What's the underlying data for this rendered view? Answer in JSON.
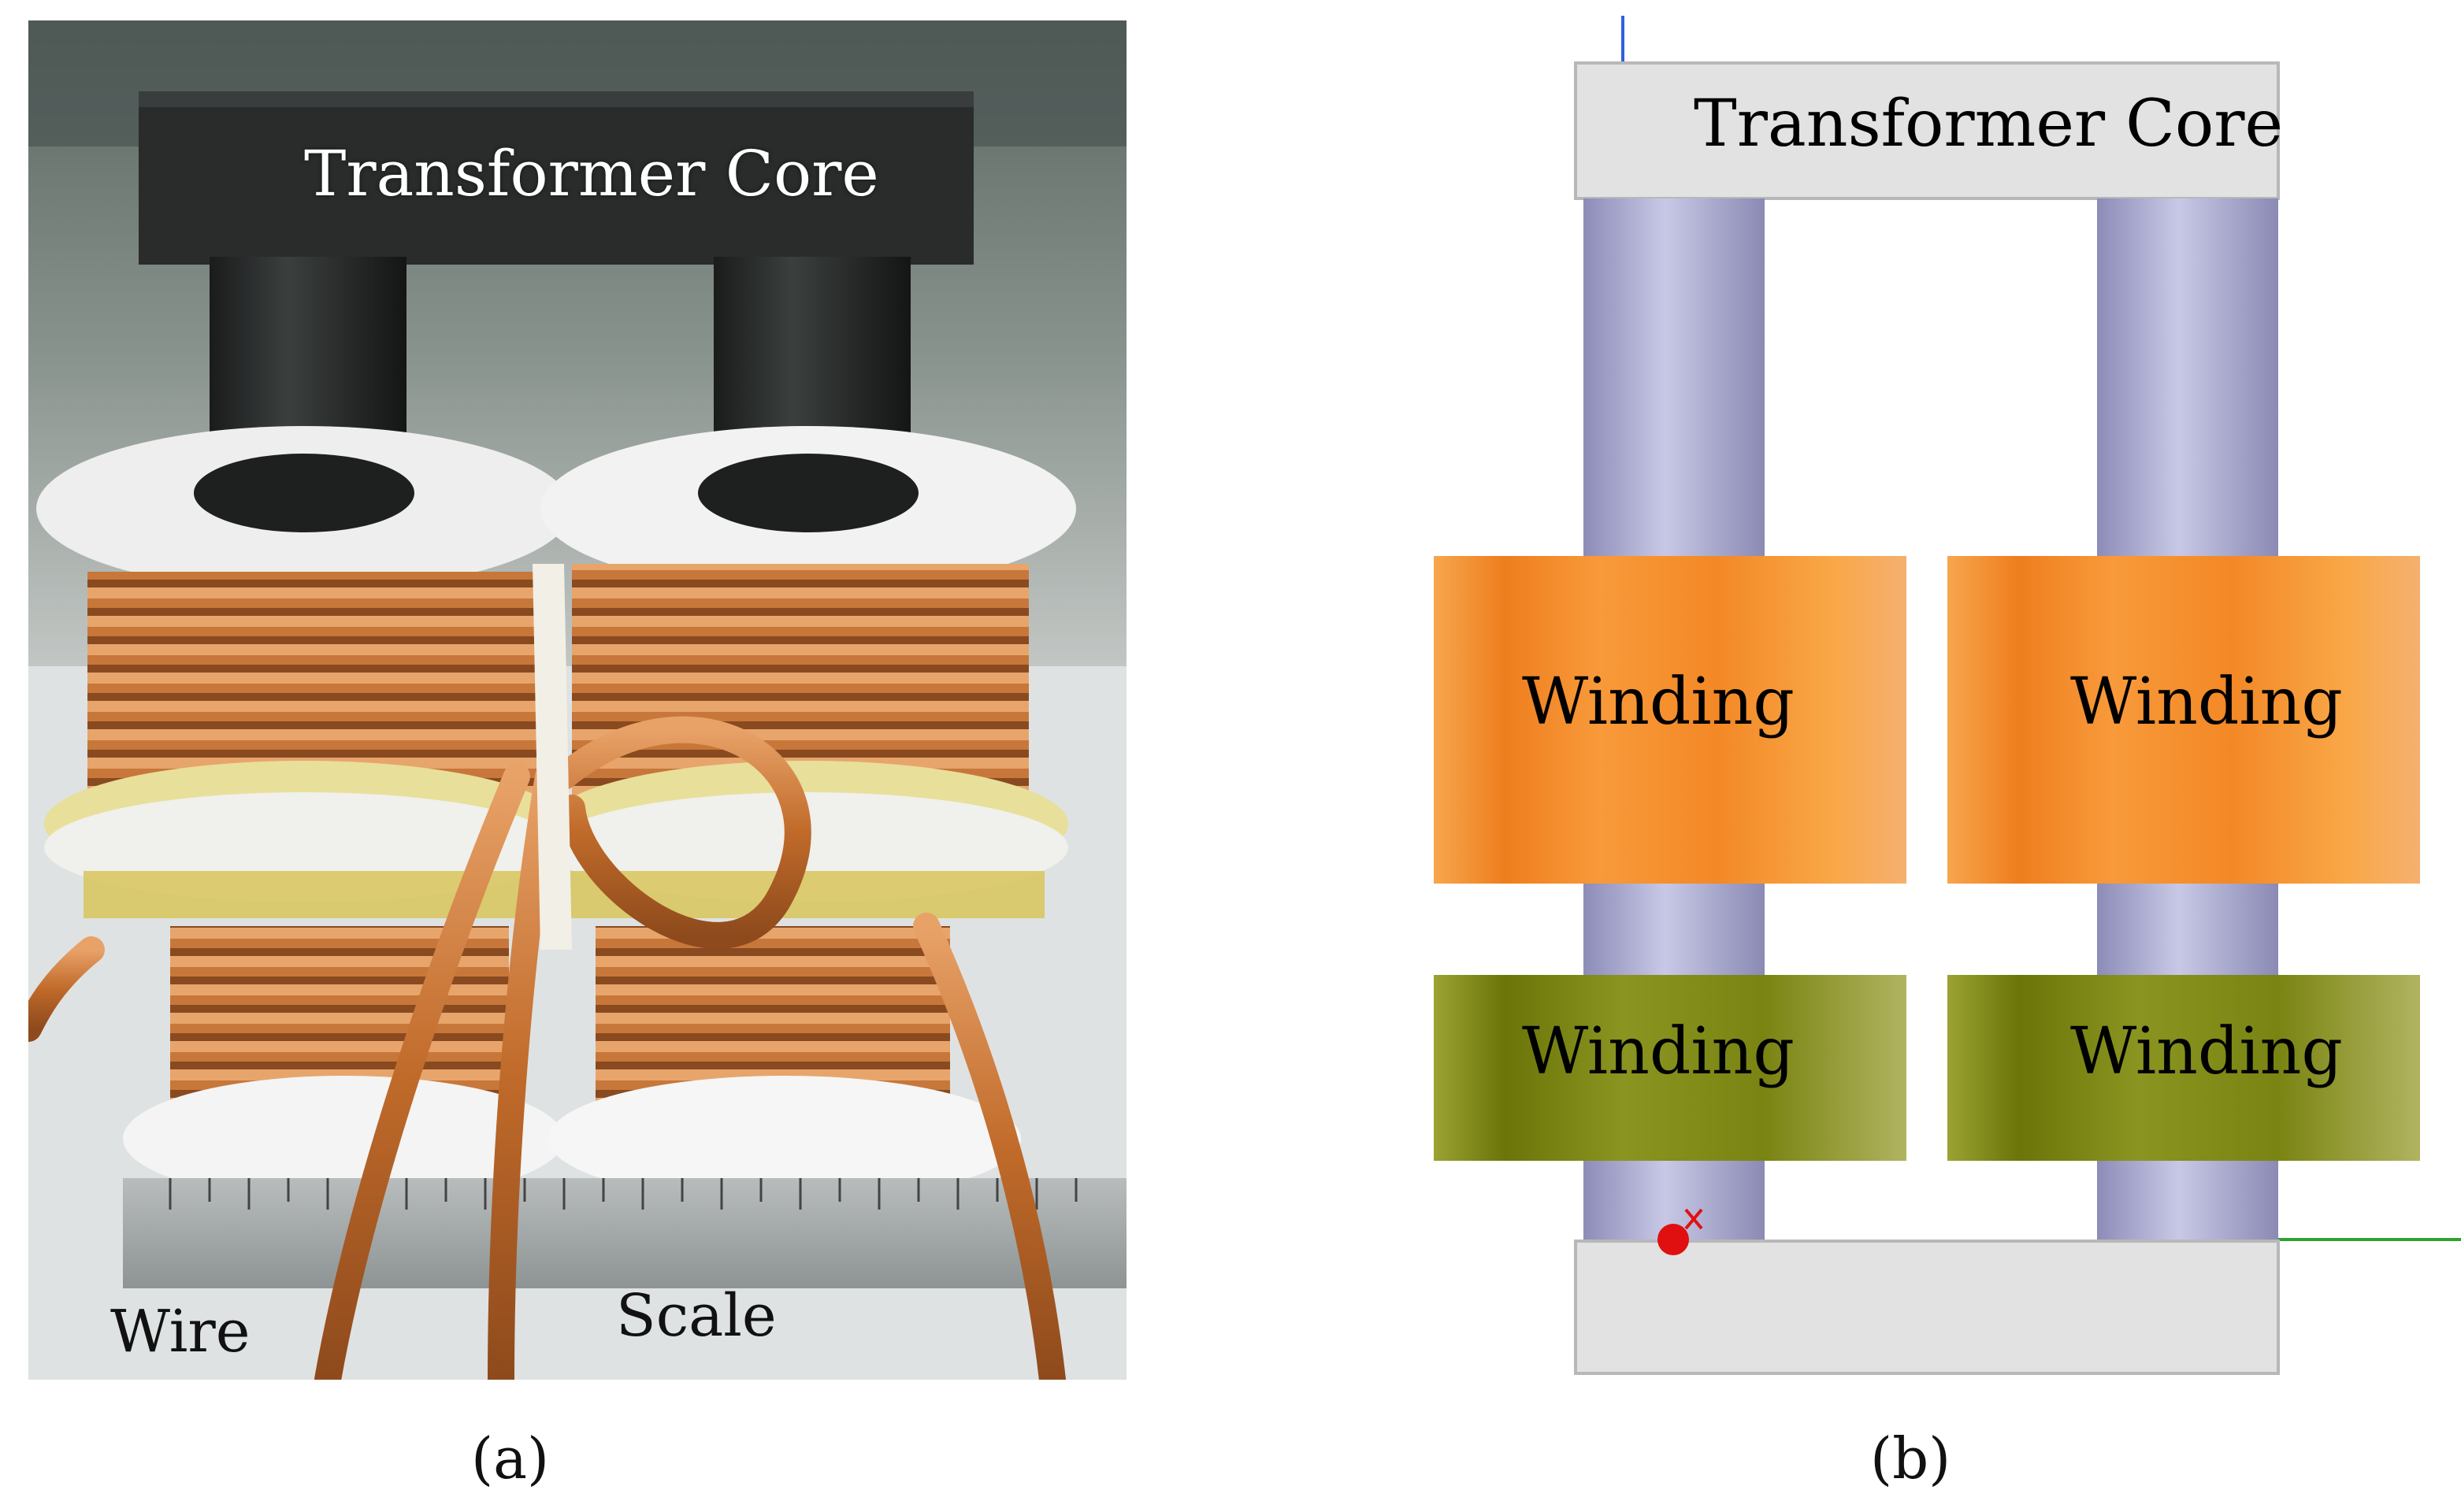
{
  "panel_a": {
    "core_label": "Transformer Core",
    "wire_label": "Wire",
    "scale_label": "Scale",
    "caption": "(a)"
  },
  "panel_b": {
    "core_label": "Transformer Core",
    "windings": [
      {
        "label": "Winding",
        "color": "#f5922a"
      },
      {
        "label": "Winding",
        "color": "#f5922a"
      },
      {
        "label": "Winding",
        "color": "#7f8a10"
      },
      {
        "label": "Winding",
        "color": "#7f8a10"
      }
    ],
    "caption": "(b)"
  },
  "colors": {
    "core_gray": "#e2e2e2",
    "limb_purple": "#a8a8d0",
    "copper": "#c9773a",
    "axis_blue": "#3060e0",
    "axis_green": "#30a030",
    "marker_red": "#e01010"
  }
}
